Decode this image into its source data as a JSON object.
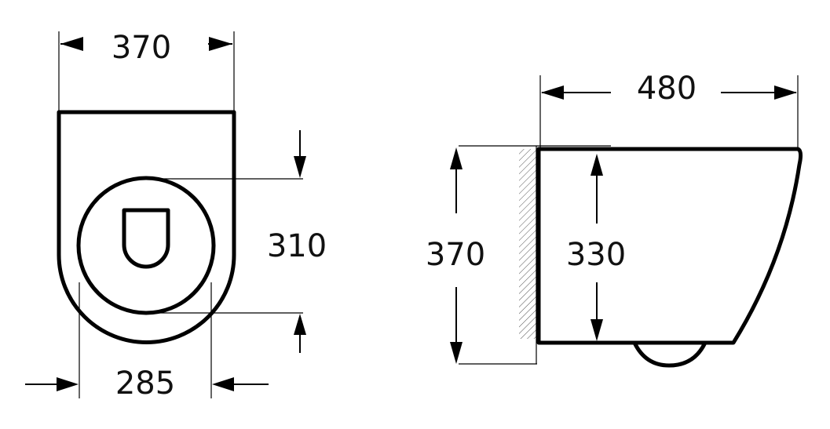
{
  "top_view": {
    "width_label": "370",
    "depth_label": "310",
    "bowl_width_label": "285"
  },
  "side_view": {
    "length_label": "480",
    "height_label": "370",
    "body_height_label": "330"
  },
  "colors": {
    "line": "#000000",
    "background": "#ffffff",
    "hatch": "#555555"
  }
}
